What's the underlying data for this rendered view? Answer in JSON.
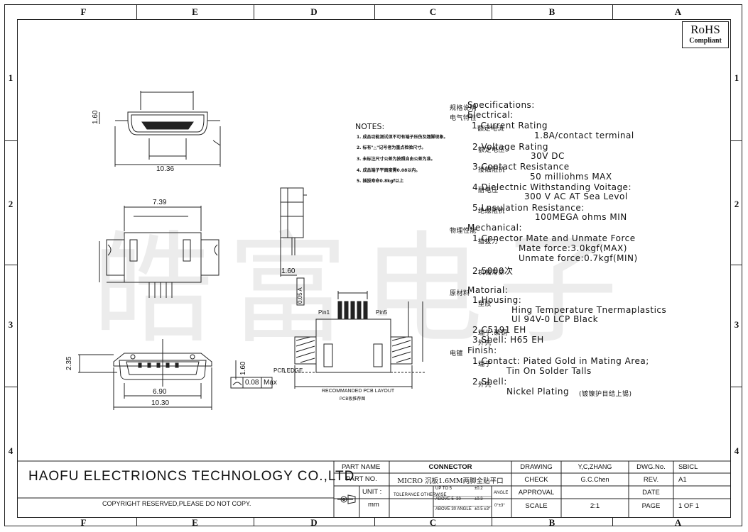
{
  "zones": {
    "columns": [
      "F",
      "E",
      "D",
      "C",
      "B",
      "A"
    ],
    "rows": [
      "1",
      "2",
      "3",
      "4"
    ]
  },
  "rohs": {
    "line1": "RoHS",
    "line2": "Compliant"
  },
  "watermark": "皓富电子",
  "dimensions": {
    "top_view_height": "1.60",
    "top_view_width": "10.36",
    "mid_view_width": "7.39",
    "side_view_height": "1.60",
    "bottom_view_height": "2.35",
    "bottom_view_thickness": "1.60",
    "bottom_inner_width": "6.90",
    "bottom_outer_width": "10.30",
    "flatness_value": "0.08",
    "flatness_max": "Max",
    "pcb_edge": "PCB EDGE",
    "pin1": "Pin1",
    "pin5": "Pin5",
    "pcb_layout_title": "RECOMMANDED PCB LAYOUT",
    "pcb_layout_subtitle": "PCB板推荐图",
    "side_label": "0.05 A"
  },
  "notes": {
    "title": "NOTES:",
    "items": [
      "1.  成品功能测试须不可有端子压伤及翘脚现象。",
      "2.  标有\"△\"记号者为重点检验尺寸。",
      "3.  未标注尺寸公差为按照自由公差为准。",
      "4.  成品端子平面度需0.08以内。",
      "5.  插拔寿命0.8kgf以上"
    ]
  },
  "specs": {
    "specifications": "Specifications:",
    "specifications_cn": "规格说明",
    "electrical": "Electrical:",
    "electrical_cn": "电气特性",
    "current_rating": "1.Current Rating",
    "current_rating_cn": "额定电流",
    "current_value": "1.8A/contact terminal",
    "voltage_rating": "2.Voltage Rating",
    "voltage_rating_cn": "额定电压",
    "voltage_value": "30V DC",
    "contact_resistance": "3.Contact Resistance",
    "contact_resistance_cn": "接触阻抗",
    "contact_resistance_value": "50 milliohms MAX",
    "dielectric": "4.Dielectnic Withstanding Voitage:",
    "dielectric_cn": "耐电压",
    "dielectric_value": "300 V AC AT Sea Levol",
    "insulation": "5.Lnsulation Resistance:",
    "insulation_cn": "绝缘阻抗",
    "insulation_value": "100MEGA ohms MIN",
    "mechanical": "Mechanical:",
    "mechanical_cn": "物理性能",
    "mate_force": "1.Cnnector Mate and Unmate Force",
    "mate_force_cn": "插拔力",
    "mate_value": "Mate force:3.0kgf(MAX)",
    "unmate_value": "Unmate force:0.7kgf(MIN)",
    "durability": "2.5000次",
    "durability_cn": "机械寿命",
    "material": "Matorial:",
    "material_cn": "原材料",
    "housing": "1.Housing:",
    "housing_cn": "塑胶",
    "housing_value1": "Hing Temperature  Tnermaplastics",
    "housing_value2": "Ul 94V-0  LCP Black",
    "terminal": "2.C5191 EH",
    "terminal_cn": "端子:磷铜",
    "shell": "3.Shell:  H65 EH",
    "shell_cn": "外壳",
    "finish": "Finish:",
    "finish_cn": "电镀",
    "contact_finish": "1.Contact: Piated Gold in Mating Area;",
    "contact_finish_cn": "端子",
    "contact_finish2": "Tin On Solder Talls",
    "shell_finish": "2.Shell:",
    "shell_finish_cn": "外壳",
    "shell_finish_value": "Nickel Plating",
    "shell_finish_value_cn": "(镀镍护目结上锡)"
  },
  "title_block": {
    "company": "HAOFU ELECTRIONCS TECHNOLOGY CO.,LTD",
    "copyright": "COPYRIGHT RESERVED,PLEASE DO NOT COPY.",
    "part_name_label": "PART NAME",
    "part_name": "CONNECTOR",
    "part_no_label": "PART NO.",
    "part_no": "MICRO 沉板1.6MM两脚全贴平口",
    "unit_label": "UNIT :",
    "unit": "mm",
    "tolerance_label": "TOLERANCE OTHERWISE",
    "tol_rows": [
      [
        "UP TO 5",
        "±0.2"
      ],
      [
        "ABOVE 5~30",
        "±0.3"
      ],
      [
        "ABOVE 30 ANGLE",
        "±0.5 ±3°"
      ]
    ],
    "angle_label": "ANGLE",
    "angle_value": "0°±3°",
    "drawing_label": "DRAWING",
    "drawing": "Y,C,ZHANG",
    "check_label": "CHECK",
    "check": "G.C.Chen",
    "approval_label": "APPROVAL",
    "approval": "",
    "scale_label": "SCALE",
    "scale": "2:1",
    "dwg_no_label": "DWG.No.",
    "dwg_no": "SBICL",
    "rev_label": "REV.",
    "rev": "A1",
    "date_label": "DATE",
    "date": "",
    "page_label": "PAGE",
    "page": "1  OF  1"
  }
}
